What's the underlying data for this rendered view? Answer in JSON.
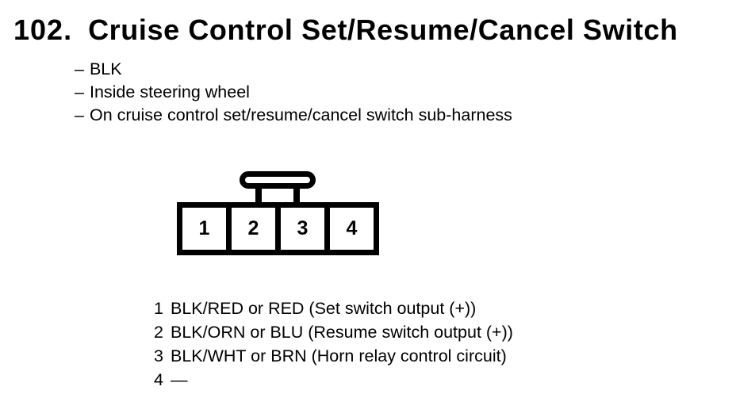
{
  "colors": {
    "background": "#ffffff",
    "ink": "#000000"
  },
  "header": {
    "number": "102.",
    "title": "Cruise Control Set/Resume/Cancel Switch"
  },
  "details": {
    "bullet": "–",
    "items": [
      "BLK",
      "Inside steering wheel",
      "On cruise control set/resume/cancel switch sub-harness"
    ]
  },
  "connector": {
    "pins": [
      "1",
      "2",
      "3",
      "4"
    ]
  },
  "pinout": {
    "rows": [
      {
        "pin": "1",
        "description": "BLK/RED or RED (Set switch output (+))"
      },
      {
        "pin": "2",
        "description": "BLK/ORN or BLU (Resume switch output (+))"
      },
      {
        "pin": "3",
        "description": "BLK/WHT or BRN (Horn relay control circuit)"
      },
      {
        "pin": "4",
        "description": "—"
      }
    ]
  }
}
